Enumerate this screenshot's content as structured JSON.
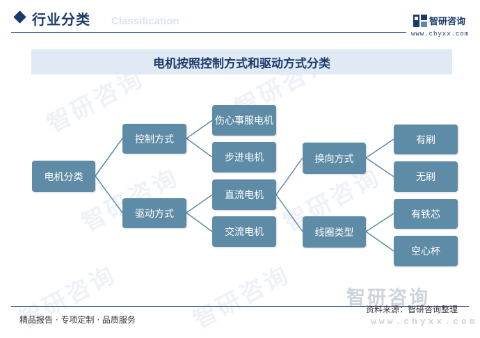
{
  "header": {
    "title": "行业分类",
    "subtitle": "Classification",
    "logo_name": "智研咨询",
    "logo_url": "www.chyxx.com"
  },
  "chart_title": "电机按照控制方式和驱动方式分类",
  "tree": {
    "root": "电机分类",
    "control": {
      "label": "控制方式",
      "children": [
        "伤心事服电机",
        "步进电机"
      ]
    },
    "drive": {
      "label": "驱动方式",
      "children": [
        "直流电机",
        "交流电机"
      ]
    },
    "dc": {
      "commutation": {
        "label": "换向方式",
        "children": [
          "有刷",
          "无刷"
        ]
      },
      "coil": {
        "label": "线圈类型",
        "children": [
          "有铁芯",
          "空心杯"
        ]
      }
    }
  },
  "watermark": "智研咨询",
  "footer": {
    "left": "精品报告 · 专项定制 · 品质服务",
    "source": "资料来源：智研咨询整理",
    "brand": "智研咨询",
    "url": "www.chyxx.com"
  },
  "colors": {
    "node": "#5e8ba6",
    "line": "#5e8ba6",
    "primary": "#1b3a6b",
    "band": "#dfeaf5"
  }
}
